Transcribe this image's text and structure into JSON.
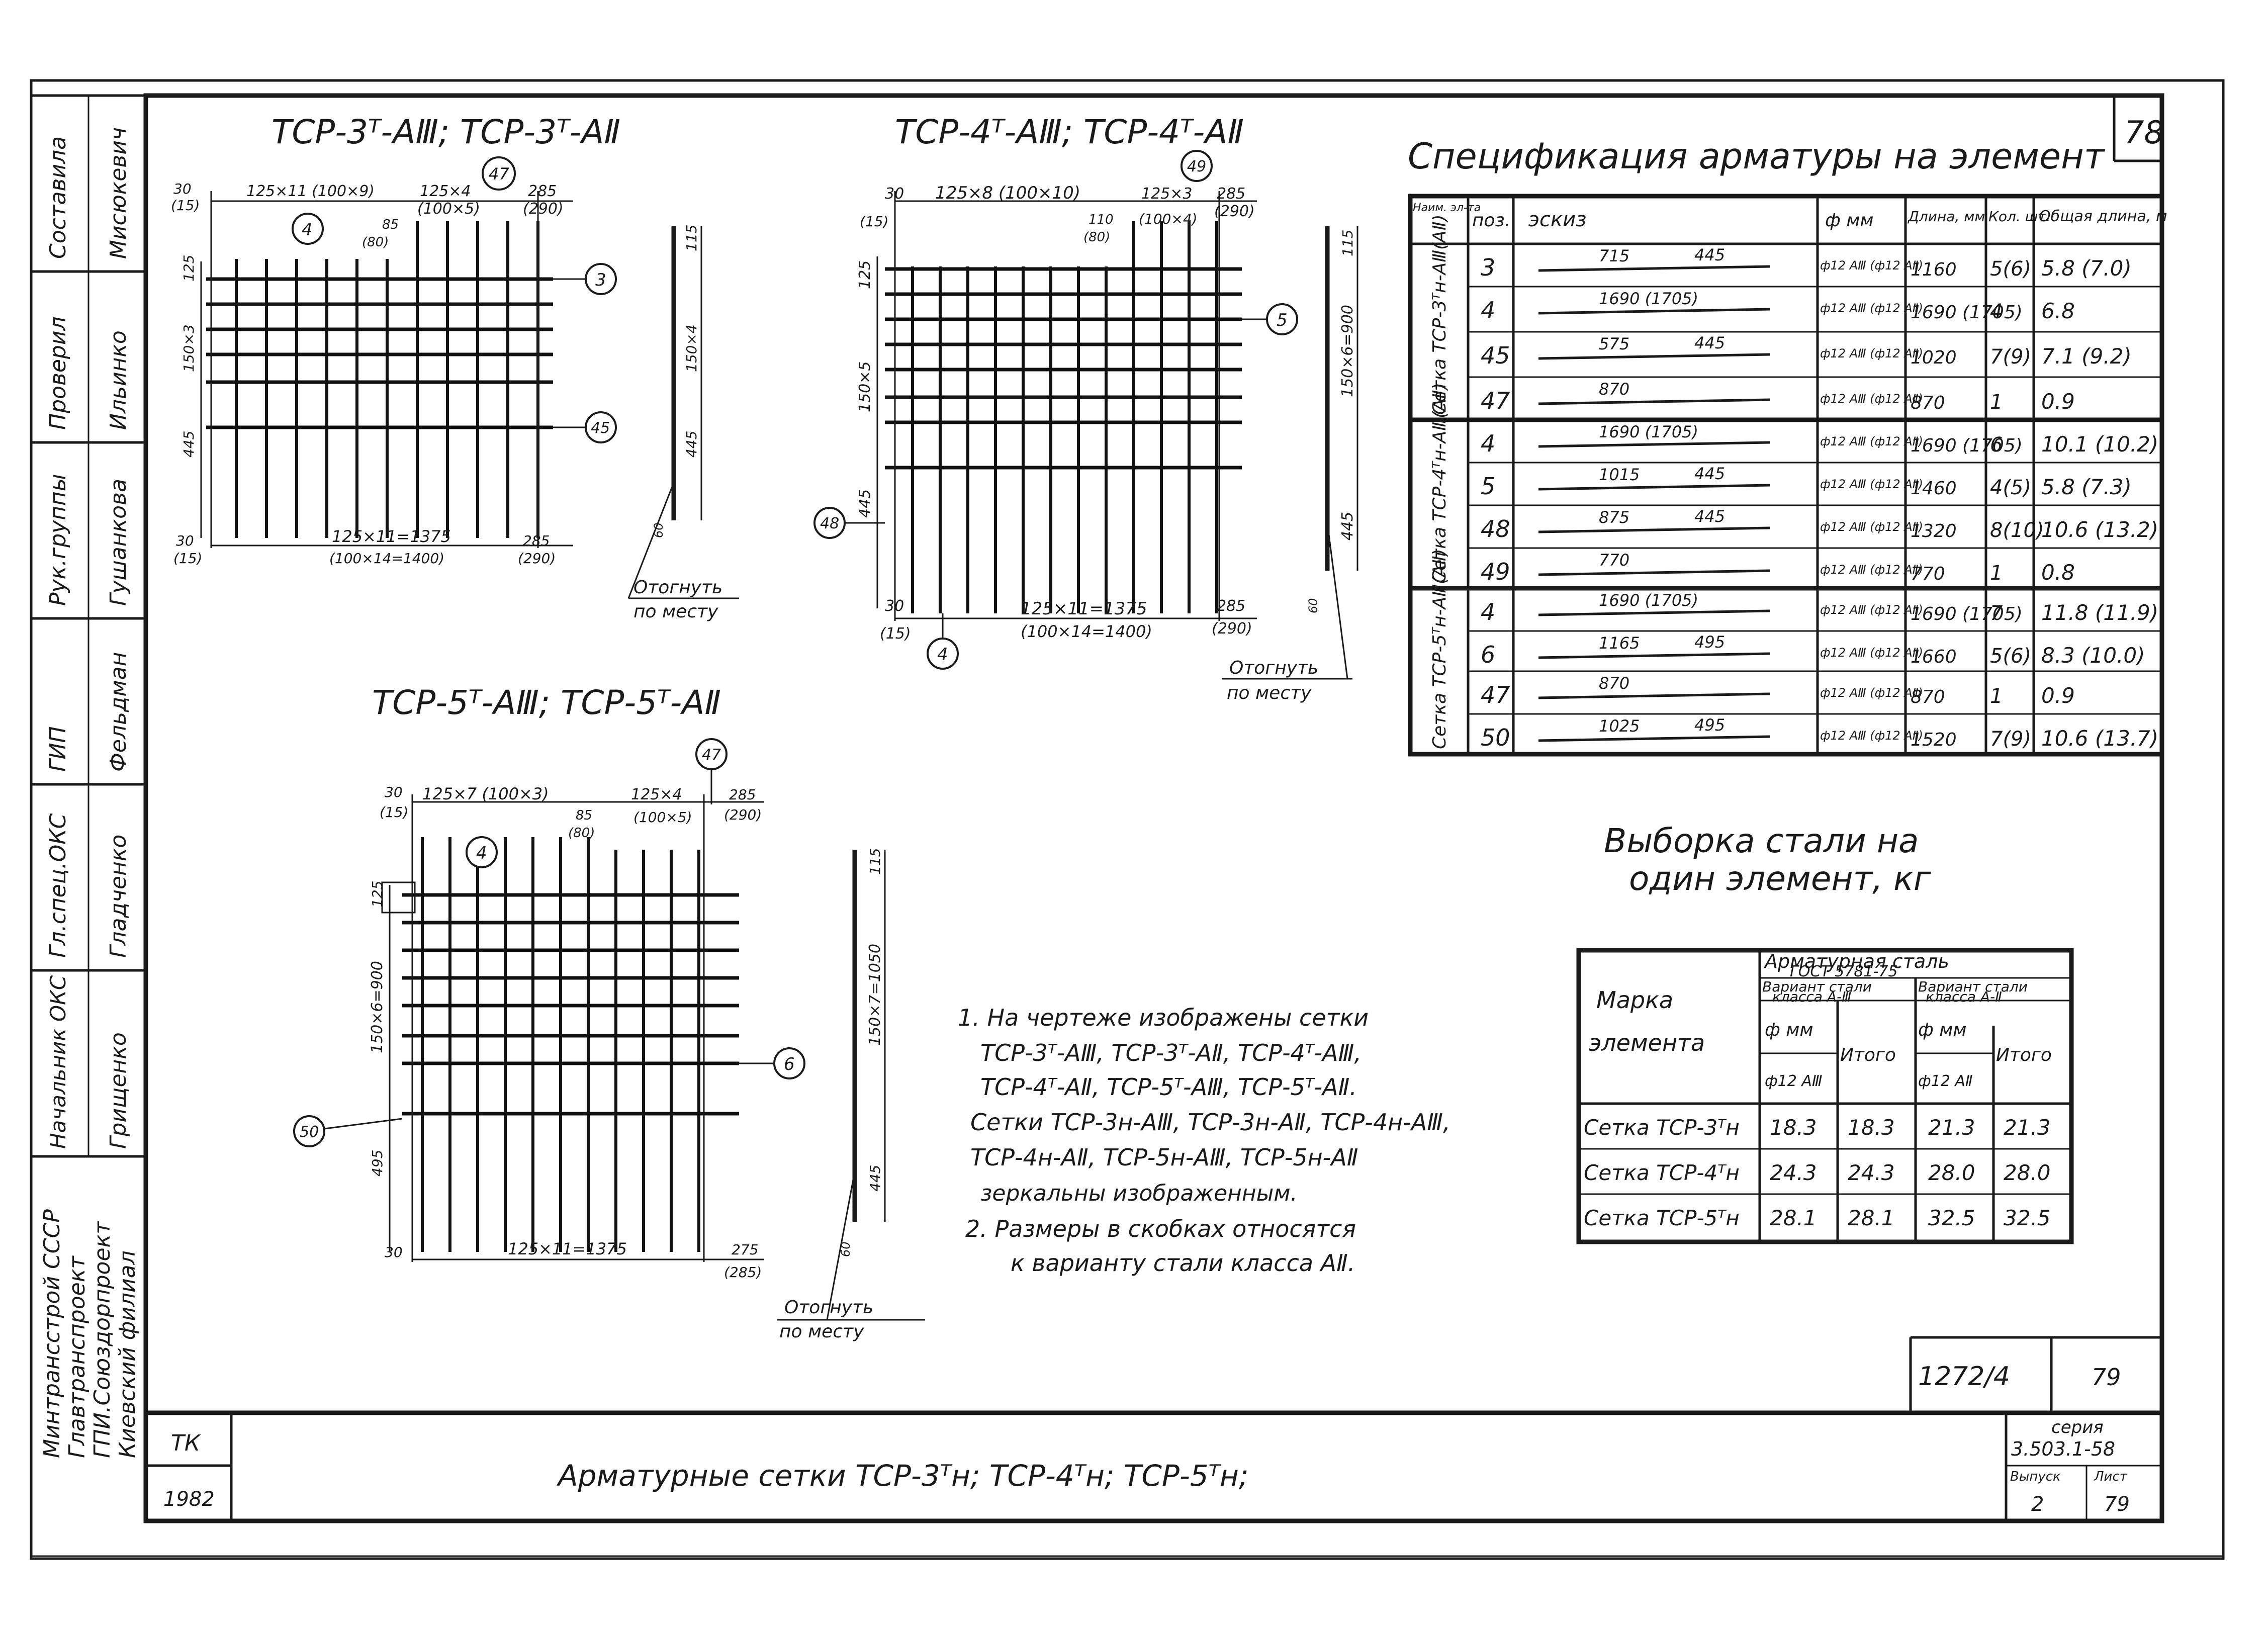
{
  "sheet_number": "78",
  "stamp": {
    "roles": [
      "Составила",
      "Проверил",
      "Рук.группы",
      "ГИП",
      "Гл.спец.ОКС",
      "Начальник ОКС"
    ],
    "names": [
      "Мисюкевич",
      "Ильинко",
      "Гушанкова",
      "Фельдман",
      "Гладченко",
      "Грищенко"
    ],
    "organization": [
      "Минтрансстрой СССР",
      "Главтранспроект",
      "ГПИ.Союздорпроект",
      "Киевский филиал"
    ]
  },
  "drawings": {
    "tsr3": {
      "title": "ТСР-3ᵀ-АⅢ; ТСР-3ᵀ-АⅡ",
      "top_dims": [
        "30",
        "(15)",
        "125×11 (100×9)",
        "125×4",
        "(100×5)",
        "285",
        "(290)",
        "85",
        "(80)"
      ],
      "left_dims": [
        "125",
        "150×3",
        "445"
      ],
      "bottom_dims": [
        "30",
        "(15)",
        "125×11=1375",
        "(100×14=1400)",
        "285",
        "(290)"
      ],
      "side_dims": [
        "115",
        "150×4",
        "445",
        "60"
      ],
      "markers": [
        "4",
        "47",
        "3",
        "45"
      ],
      "bend_note": [
        "Отогнуть",
        "по месту"
      ]
    },
    "tsr4": {
      "title": "ТСР-4ᵀ-АⅢ; ТСР-4ᵀ-АⅡ",
      "top_dims": [
        "30",
        "(15)",
        "125×8 (100×10)",
        "125×3",
        "(100×4)",
        "285",
        "(290)",
        "110",
        "(80)"
      ],
      "left_dims": [
        "125",
        "150×5",
        "445"
      ],
      "bottom_dims": [
        "30",
        "(15)",
        "125×11=1375",
        "(100×14=1400)",
        "285",
        "(290)"
      ],
      "side_dims": [
        "115",
        "150×6=900",
        "445",
        "60"
      ],
      "markers": [
        "49",
        "5",
        "48",
        "4"
      ],
      "bend_note": [
        "Отогнуть",
        "по месту"
      ]
    },
    "tsr5": {
      "title": "ТСР-5ᵀ-АⅢ; ТСР-5ᵀ-АⅡ",
      "top_dims": [
        "30",
        "(15)",
        "125×7 (100×3)",
        "125×4",
        "(100×5)",
        "285",
        "(290)",
        "85",
        "(80)"
      ],
      "left_dims": [
        "125",
        "150×6=900",
        "495"
      ],
      "bottom_dims": [
        "30",
        "125×11=1375",
        "275",
        "(285)"
      ],
      "side_dims": [
        "115",
        "150×7=1050",
        "445",
        "60"
      ],
      "markers": [
        "47",
        "4",
        "6",
        "50"
      ],
      "bend_note": [
        "Отогнуть",
        "по месту"
      ]
    }
  },
  "spec_table": {
    "title": "Спецификация арматуры на элемент",
    "headers": [
      "Наим. эл-та",
      "поз.",
      "эскиз",
      "ф мм",
      "Длина, мм",
      "Кол. шт.",
      "Общая длина, м"
    ],
    "groups": [
      {
        "name": "Сетка ТСР-3ᵀн-АⅢ(АⅡ)",
        "rows": [
          {
            "pos": "3",
            "sketch_a": "715",
            "sketch_b": "445",
            "dia": "ф12 АⅢ (ф12 АⅡ)",
            "length": "1160",
            "qty": "5(6)",
            "total": "5.8 (7.0)"
          },
          {
            "pos": "4",
            "sketch_a": "1690 (1705)",
            "sketch_b": "",
            "dia": "ф12 АⅢ (ф12 АⅡ)",
            "length": "1690 (1705)",
            "qty": "4",
            "total": "6.8"
          },
          {
            "pos": "45",
            "sketch_a": "575",
            "sketch_b": "445",
            "dia": "ф12 АⅢ (ф12 АⅡ)",
            "length": "1020",
            "qty": "7(9)",
            "total": "7.1 (9.2)"
          },
          {
            "pos": "47",
            "sketch_a": "870",
            "sketch_b": "",
            "dia": "ф12 АⅢ (ф12 АⅡ)",
            "length": "870",
            "qty": "1",
            "total": "0.9"
          }
        ]
      },
      {
        "name": "Сетка ТСР-4ᵀн-АⅢ(АⅡ)",
        "rows": [
          {
            "pos": "4",
            "sketch_a": "1690 (1705)",
            "sketch_b": "",
            "dia": "ф12 АⅢ (ф12 АⅡ)",
            "length": "1690 (1705)",
            "qty": "6",
            "total": "10.1 (10.2)"
          },
          {
            "pos": "5",
            "sketch_a": "1015",
            "sketch_b": "445",
            "dia": "ф12 АⅢ (ф12 АⅡ)",
            "length": "1460",
            "qty": "4(5)",
            "total": "5.8 (7.3)"
          },
          {
            "pos": "48",
            "sketch_a": "875",
            "sketch_b": "445",
            "dia": "ф12 АⅢ (ф12 АⅡ)",
            "length": "1320",
            "qty": "8(10)",
            "total": "10.6 (13.2)"
          },
          {
            "pos": "49",
            "sketch_a": "770",
            "sketch_b": "",
            "dia": "ф12 АⅢ (ф12 АⅡ)",
            "length": "770",
            "qty": "1",
            "total": "0.8"
          }
        ]
      },
      {
        "name": "Сетка ТСР-5ᵀн-АⅢ(АⅡ)",
        "rows": [
          {
            "pos": "4",
            "sketch_a": "1690 (1705)",
            "sketch_b": "",
            "dia": "ф12 АⅢ (ф12 АⅡ)",
            "length": "1690 (1705)",
            "qty": "7",
            "total": "11.8 (11.9)"
          },
          {
            "pos": "6",
            "sketch_a": "1165",
            "sketch_b": "495",
            "dia": "ф12 АⅢ (ф12 АⅡ)",
            "length": "1660",
            "qty": "5(6)",
            "total": "8.3 (10.0)"
          },
          {
            "pos": "47",
            "sketch_a": "870",
            "sketch_b": "",
            "dia": "ф12 АⅢ (ф12 АⅡ)",
            "length": "870",
            "qty": "1",
            "total": "0.9"
          },
          {
            "pos": "50",
            "sketch_a": "1025",
            "sketch_b": "495",
            "dia": "ф12 АⅢ (ф12 АⅡ)",
            "length": "1520",
            "qty": "7(9)",
            "total": "10.6 (13.7)"
          }
        ]
      }
    ]
  },
  "steel_table": {
    "title": [
      "Выборка стали на",
      "один элемент, кг"
    ],
    "head_mark": [
      "Марка",
      "элемента"
    ],
    "head_steel": [
      "Арматурная сталь",
      "ГОСТ 5781-75"
    ],
    "variant_a3": [
      "Вариант стали",
      "класса А-Ⅲ"
    ],
    "variant_a2": [
      "Вариант стали",
      "класса А-Ⅱ"
    ],
    "dia_label": "ф мм",
    "dia_a3": "ф12 АⅢ",
    "dia_a2": "ф12 АⅡ",
    "total_label": "Итого",
    "rows": [
      {
        "mark": "Сетка ТСР-3ᵀн",
        "a3": "18.3",
        "a3_total": "18.3",
        "a2": "21.3",
        "a2_total": "21.3"
      },
      {
        "mark": "Сетка ТСР-4ᵀн",
        "a3": "24.3",
        "a3_total": "24.3",
        "a2": "28.0",
        "a2_total": "28.0"
      },
      {
        "mark": "Сетка ТСР-5ᵀн",
        "a3": "28.1",
        "a3_total": "28.1",
        "a2": "32.5",
        "a2_total": "32.5"
      }
    ]
  },
  "notes": [
    "1. На чертеже изображены сетки",
    "ТСР-3ᵀ-АⅢ, ТСР-3ᵀ-АⅡ, ТСР-4ᵀ-АⅢ,",
    "ТСР-4ᵀ-АⅡ, ТСР-5ᵀ-АⅢ, ТСР-5ᵀ-АⅡ.",
    "Сетки ТСР-3н-АⅢ, ТСР-3н-АⅡ, ТСР-4н-АⅢ,",
    "ТСР-4н-АⅡ, ТСР-5н-АⅢ, ТСР-5н-АⅡ",
    "зеркальны изображенным.",
    "2. Размеры в скобках относятся",
    "к варианту стали класса АⅡ."
  ],
  "title_block": {
    "code": "ТК",
    "year": "1982",
    "drawing_title": "Арматурные сетки ТСР-3ᵀн; ТСР-4ᵀн; ТСР-5ᵀн;",
    "doc_number": "1272/4",
    "sheet_no": "79",
    "series_label": "серия",
    "series": "3.503.1-58",
    "issue_label": "Выпуск",
    "issue": "2",
    "sheet_label": "Лист",
    "sheet": "79"
  }
}
